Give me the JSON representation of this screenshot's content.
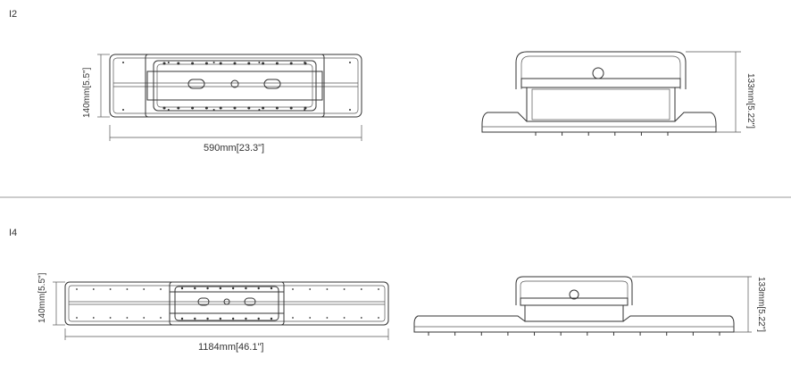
{
  "sections": [
    {
      "label": "I2",
      "width_dim": "590mm[23.3\"]",
      "height_dim": "140mm[5.5\"]",
      "side_height_dim": "133mm[5.22\"]"
    },
    {
      "label": "I4",
      "width_dim": "1184mm[46.1\"]",
      "height_dim": "140mm[5.5\"]",
      "side_height_dim": "133mm[5.22\"]"
    }
  ]
}
